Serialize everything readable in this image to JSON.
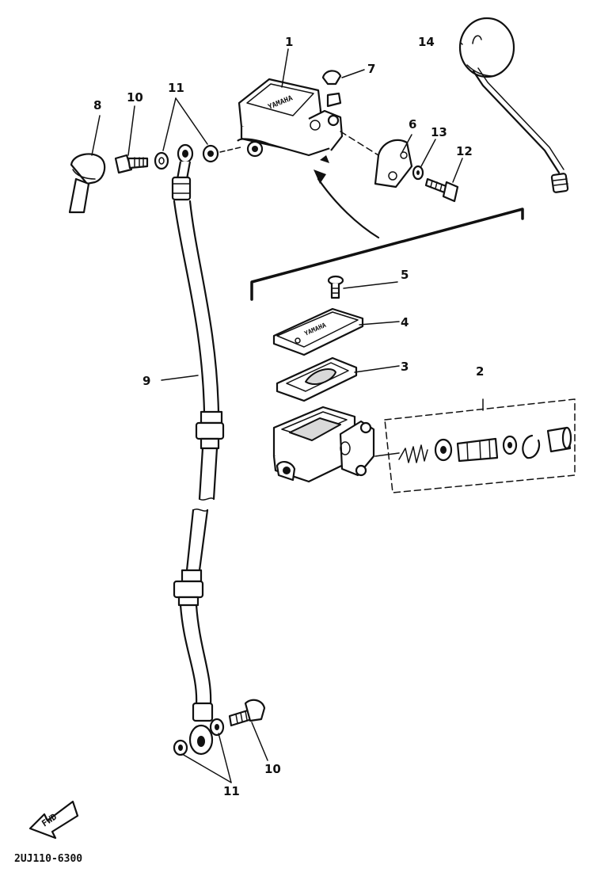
{
  "diagram": {
    "code": "2UJ110-6300",
    "fwd_label": "FWD",
    "brand_marking": "YAMAHA",
    "callouts": {
      "master_cylinder": "1",
      "piston_kit": "2",
      "diaphragm": "3",
      "cap": "4",
      "cap_screw": "5",
      "holder": "6",
      "boot": "7",
      "union_cover": "8",
      "brake_hose": "9",
      "union_bolt_top": "10",
      "gaskets_top": "11",
      "washer": "13",
      "holder_bolt": "12",
      "mirror": "14",
      "union_bolt_bottom": "10",
      "gaskets_bottom": "11"
    }
  }
}
